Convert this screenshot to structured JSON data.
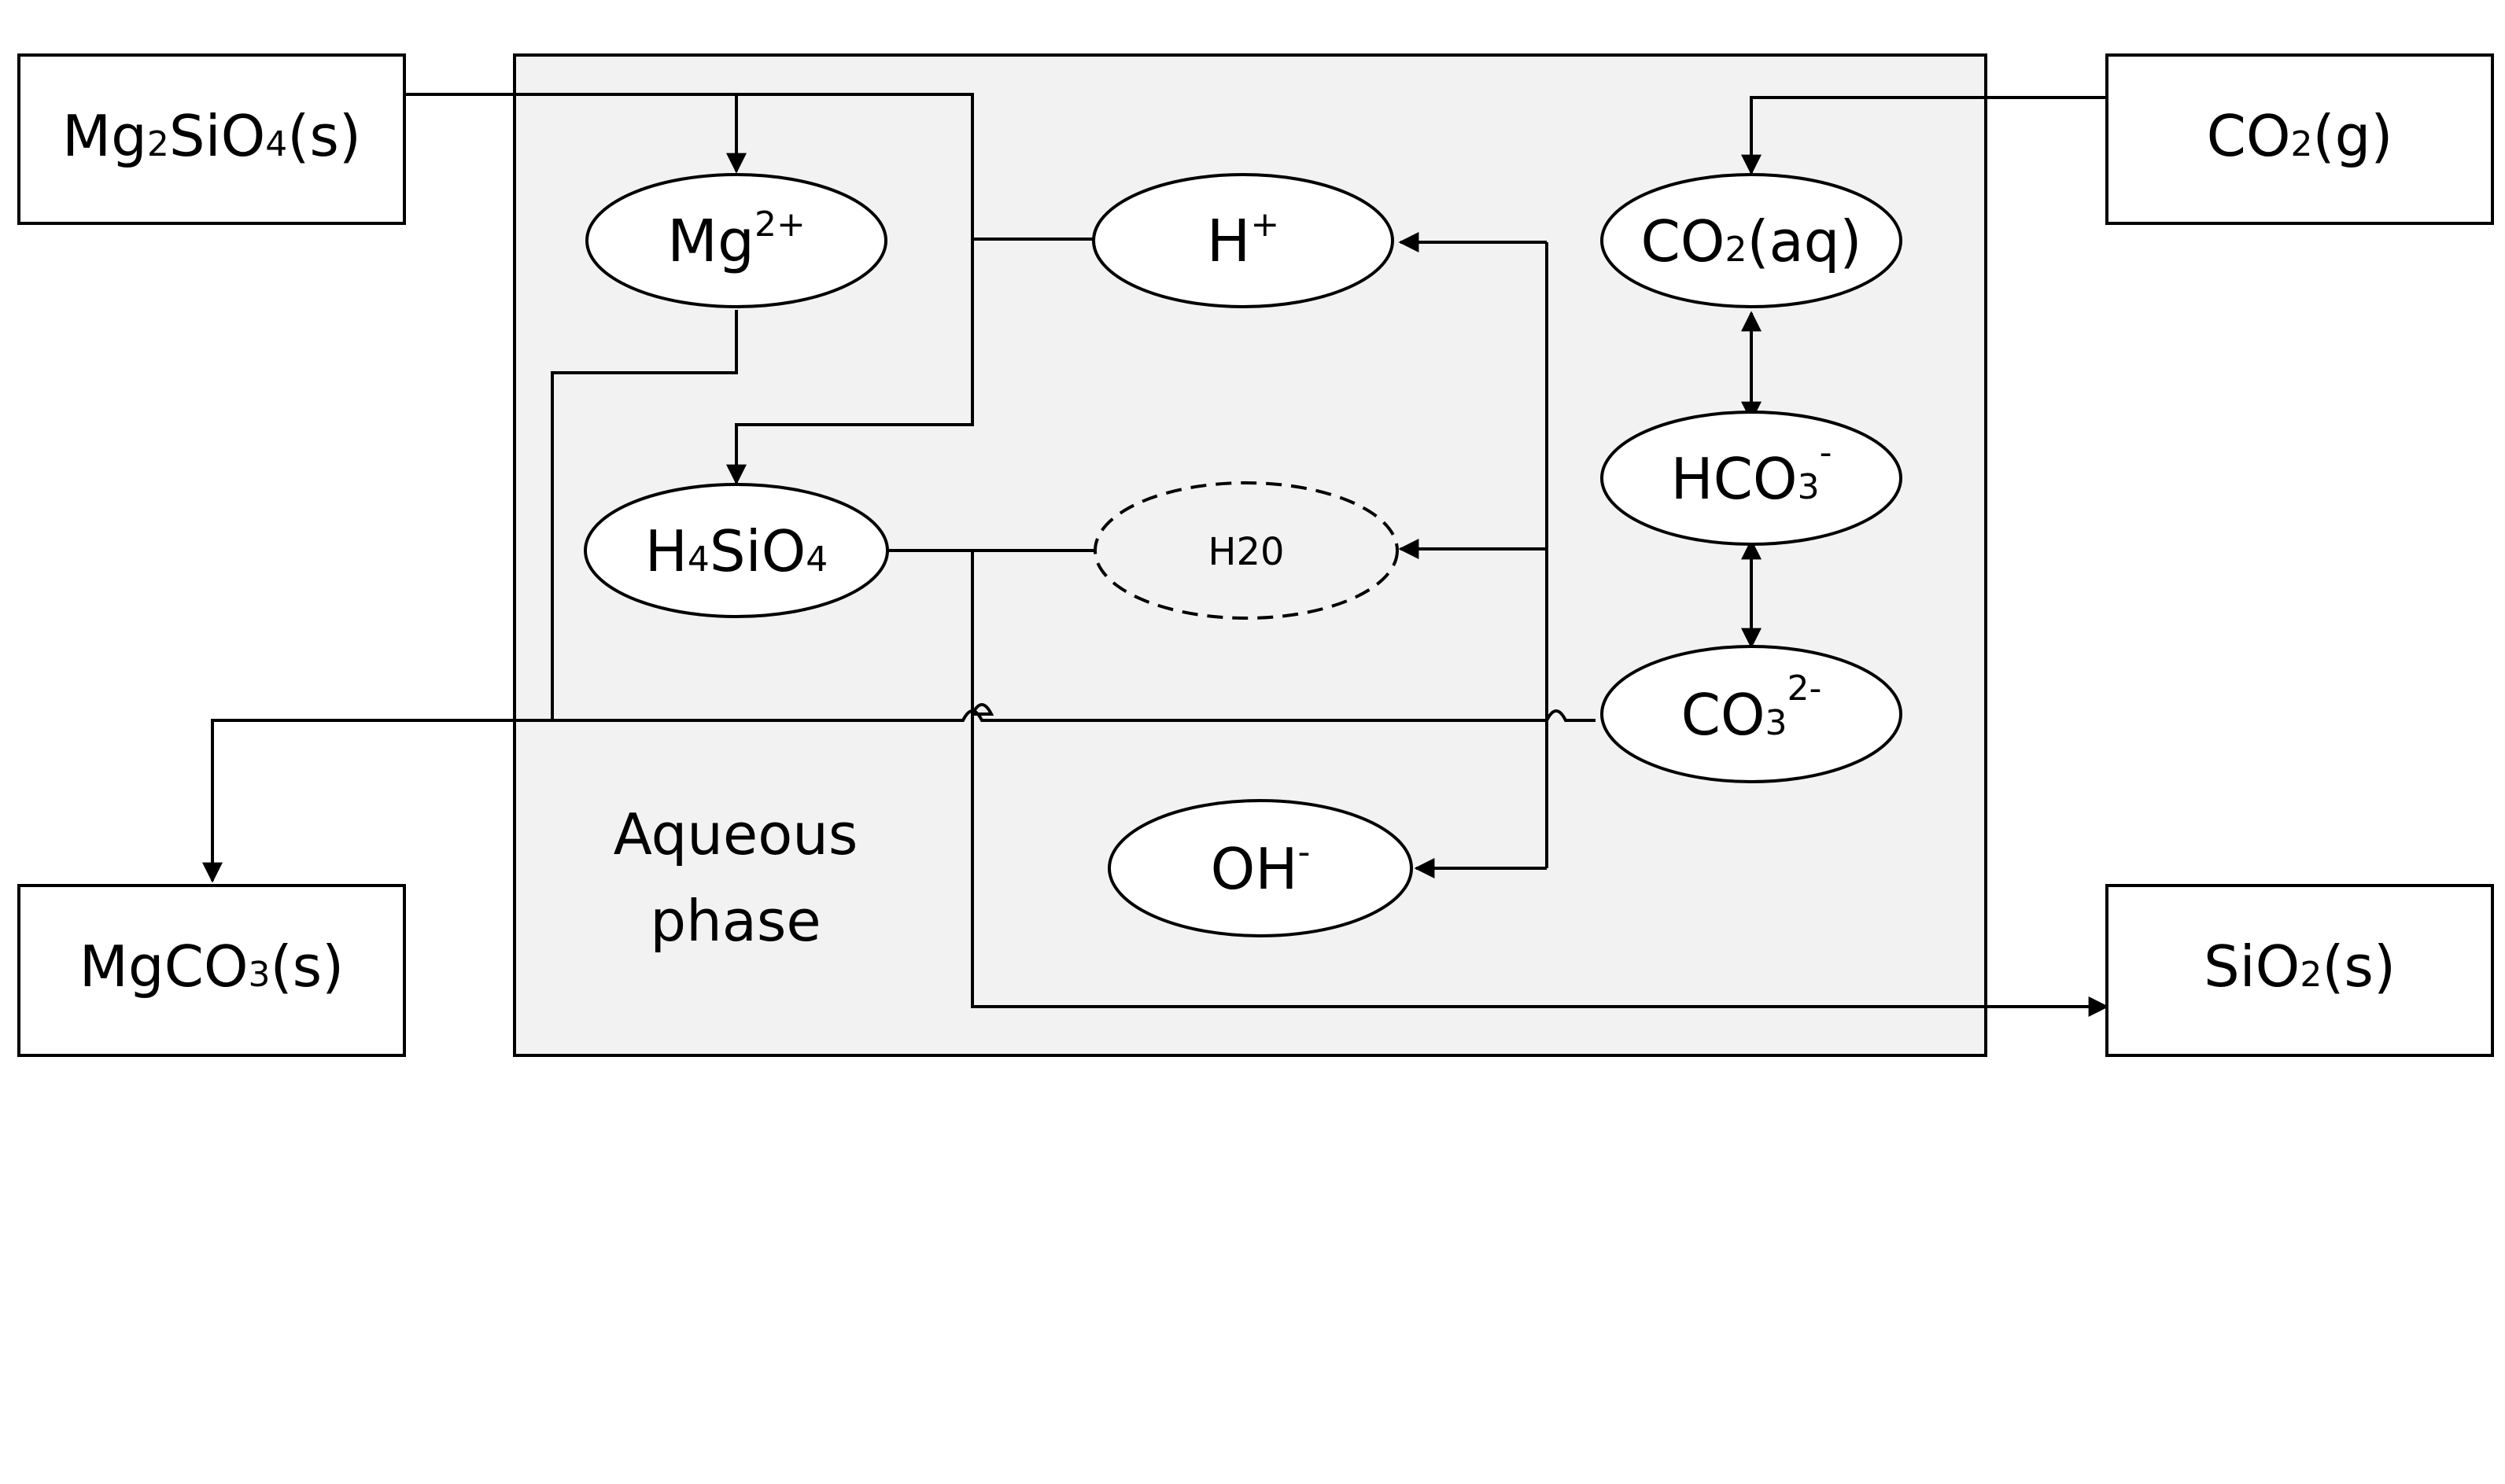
{
  "phase_label": {
    "line1": "Aqueous",
    "line2": "phase"
  },
  "solids": {
    "mg2sio4": {
      "parts": [
        "Mg",
        "2",
        "SiO",
        "4",
        "(s)"
      ]
    },
    "co2g": {
      "parts": [
        "CO",
        "2",
        "(g)"
      ]
    },
    "mgco3": {
      "parts": [
        "MgCO",
        "3",
        "(s)"
      ]
    },
    "sio2": {
      "parts": [
        "SiO",
        "2",
        "(s)"
      ]
    }
  },
  "species": {
    "mg": {
      "base": "Mg",
      "sup": "2+"
    },
    "h": {
      "base": "H",
      "sup": "+"
    },
    "co2aq": {
      "base": "CO",
      "sub": "2",
      "tail": "(aq)"
    },
    "hco3": {
      "base": "HCO",
      "sub": "3",
      "sup": "-"
    },
    "h4sio4": {
      "base": "H",
      "sub": "4",
      "mid": "SiO",
      "sub2": "4"
    },
    "h2o": {
      "label": "H20"
    },
    "co3": {
      "base": "CO",
      "sub": "3",
      "sup": "2-"
    },
    "oh": {
      "base": "OH",
      "sup": "-"
    }
  },
  "colors": {
    "phase_fill": "#f2f2f2",
    "stroke": "#000000",
    "background": "#ffffff"
  }
}
